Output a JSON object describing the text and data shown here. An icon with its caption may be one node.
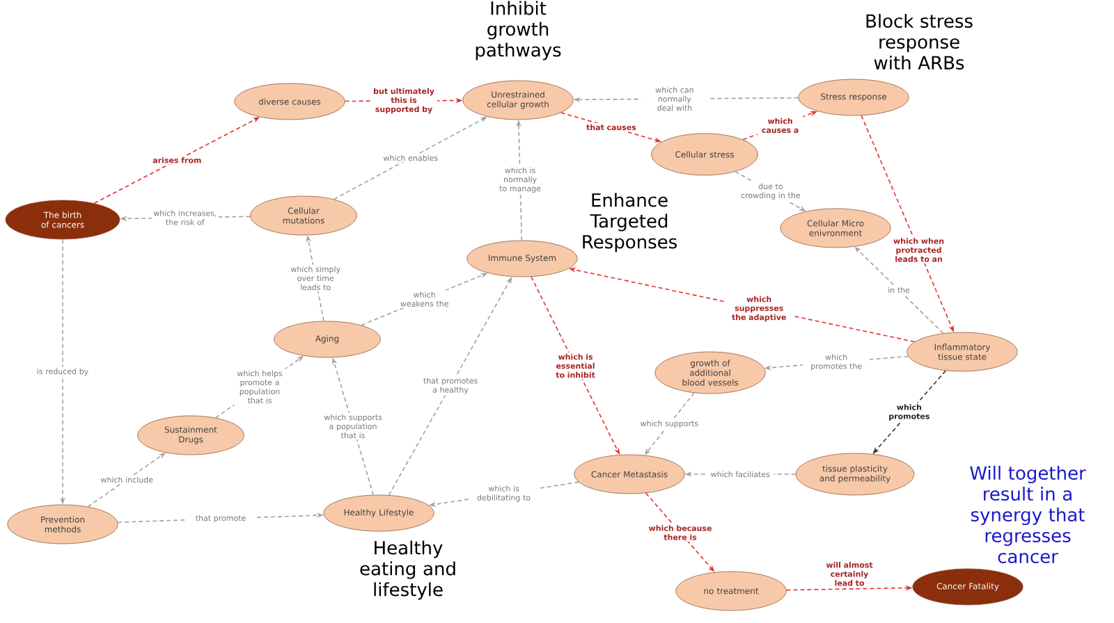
{
  "diagram": {
    "nodes": [
      {
        "text": [
          "The birth of cancers"
        ]
      },
      {
        "text": [
          "diverse causes"
        ]
      },
      {
        "text": [
          "Unrestrained cellular growth"
        ]
      },
      {
        "text": [
          "Stress response"
        ]
      },
      {
        "text": [
          "Cellular stress"
        ]
      },
      {
        "text": [
          "Cellular mutations"
        ]
      },
      {
        "text": [
          "Cellular Micro enivronment"
        ]
      },
      {
        "text": [
          "Immune System"
        ]
      },
      {
        "text": [
          "Aging"
        ]
      },
      {
        "text": [
          "Inflammatory tissue state"
        ]
      },
      {
        "text": [
          "growth of additional blood vessels"
        ]
      },
      {
        "text": [
          "Sustainment Drugs"
        ]
      },
      {
        "text": [
          "Cancer Metastasis"
        ]
      },
      {
        "text": [
          "tissue plasticity and permeability"
        ]
      },
      {
        "text": [
          "Prevention methods"
        ]
      },
      {
        "text": [
          "Healthy Lifestyle"
        ]
      },
      {
        "text": [
          "no treatment"
        ]
      },
      {
        "text": [
          "Cancer Fatality"
        ]
      }
    ],
    "edges": [
      {
        "from": 0,
        "to": 1,
        "arrow": "to",
        "label": "arises from",
        "color": "#e03030"
      },
      {
        "from": 1,
        "to": 2,
        "arrow": "to",
        "label": "but ultimately this is supported by",
        "color": "#e03030"
      },
      {
        "from": 2,
        "to": 4,
        "arrow": "to",
        "label": "that causes",
        "color": "#e03030"
      },
      {
        "from": 4,
        "to": 3,
        "arrow": "to",
        "label": "which causes a",
        "color": "#e03030"
      },
      {
        "from": 3,
        "to": 2,
        "arrow": "to",
        "label": "which can normally deal with"
      },
      {
        "from": 5,
        "to": 2,
        "arrow": "to",
        "label": "which enables"
      },
      {
        "from": 5,
        "to": 0,
        "arrow": "to",
        "label": "which increases, the risk of"
      },
      {
        "from": 7,
        "to": 2,
        "arrow": "to",
        "label": "which is normally to manage"
      },
      {
        "from": 4,
        "to": 6,
        "arrow": "to",
        "label": "due to crowding in the"
      },
      {
        "from": 8,
        "to": 5,
        "arrow": "to",
        "label": "which simply over time leads to"
      },
      {
        "from": 8,
        "to": 7,
        "arrow": "to",
        "label": "which weakens the"
      },
      {
        "from": 3,
        "to": 9,
        "arrow": "to",
        "label": "which when protracted leads to an",
        "color": "#e03030"
      },
      {
        "from": 9,
        "to": 6,
        "arrow": "to",
        "label": "in the"
      },
      {
        "from": 9,
        "to": 7,
        "arrow": "to",
        "label": "which suppresses the adaptive",
        "color": "#e03030"
      },
      {
        "from": 7,
        "to": 12,
        "arrow": "to",
        "label": "which is essential to inhibit",
        "color": "#e03030"
      },
      {
        "from": 9,
        "to": 10,
        "arrow": "to",
        "label": "which promotes the"
      },
      {
        "from": 9,
        "to": 13,
        "arrow": "to",
        "label": "which promotes",
        "color": "#333333"
      },
      {
        "from": 10,
        "to": 12,
        "arrow": "to",
        "label": "which supports"
      },
      {
        "from": 13,
        "to": 12,
        "arrow": "to",
        "label": "which faciliates"
      },
      {
        "from": 12,
        "to": 15,
        "arrow": "to",
        "label": "which is debilitating to"
      },
      {
        "from": 12,
        "to": 16,
        "arrow": "to",
        "label": "which because there is",
        "color": "#e03030"
      },
      {
        "from": 16,
        "to": 17,
        "arrow": "to",
        "label": "will almost certainly lead to",
        "color": "#e03030"
      },
      {
        "from": 0,
        "to": 14,
        "arrow": "to",
        "label": "is reduced by"
      },
      {
        "from": 14,
        "to": 11,
        "arrow": "to",
        "label": "which include"
      },
      {
        "from": 11,
        "to": 8,
        "arrow": "to",
        "label": "which helps promote a population that is"
      },
      {
        "from": 14,
        "to": 15,
        "arrow": "to",
        "label": "that promote"
      },
      {
        "from": 15,
        "to": 8,
        "arrow": "to",
        "label": "which supports a population that is"
      },
      {
        "from": 15,
        "to": 7,
        "arrow": "to",
        "label": "that promotes a healthy"
      }
    ],
    "labels": [
      "Inhibit growth pathways",
      "Block stress response with ARBs",
      "Enhance Targeted Responses",
      "Healthy eating and lifestyle",
      "Will together result in a synergy that regresses cancer"
    ]
  }
}
